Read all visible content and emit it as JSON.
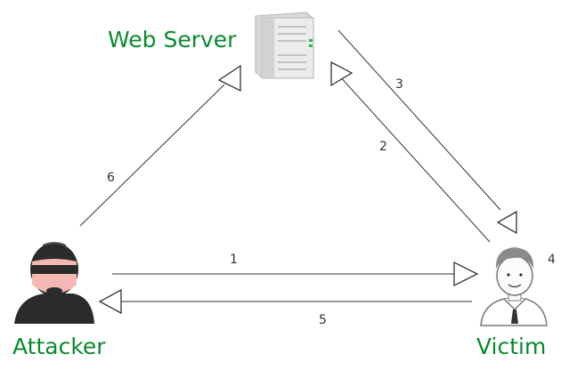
{
  "colors": {
    "label": "#0a8a2e",
    "line": "#333333",
    "arrowhead_fill": "#ffffff",
    "server_body": "#e4e4e4",
    "server_led": "#22bb44",
    "attacker_dark": "#2b2b2b",
    "attacker_skin": "#f4b8b4",
    "victim_hair": "#8a8a8a",
    "victim_skin": "#fbfbfb",
    "victim_tie": "#333333"
  },
  "nodes": {
    "server": {
      "label": "Web Server",
      "icon": "server-icon"
    },
    "attacker": {
      "label": "Attacker",
      "icon": "hacker-icon"
    },
    "victim": {
      "label": "Victim",
      "icon": "user-icon"
    }
  },
  "steps": [
    "1",
    "2",
    "3",
    "4",
    "5",
    "6"
  ]
}
